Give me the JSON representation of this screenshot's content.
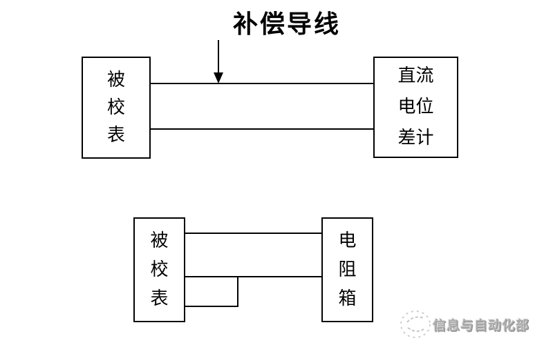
{
  "annotation": {
    "label": "补偿导线"
  },
  "top_diagram": {
    "left_box_label": "被\n校\n表",
    "right_box_label": "直流\n电位\n差计"
  },
  "bottom_diagram": {
    "left_box_label": "被\n校\n表",
    "right_box_label": "电\n阻\n箱"
  },
  "watermark": {
    "text": "信息与自动化部"
  },
  "colors": {
    "background": "#ffffff",
    "ink": "#000000",
    "watermark_text": "#ababab",
    "watermark_logo": "#cccccc"
  }
}
